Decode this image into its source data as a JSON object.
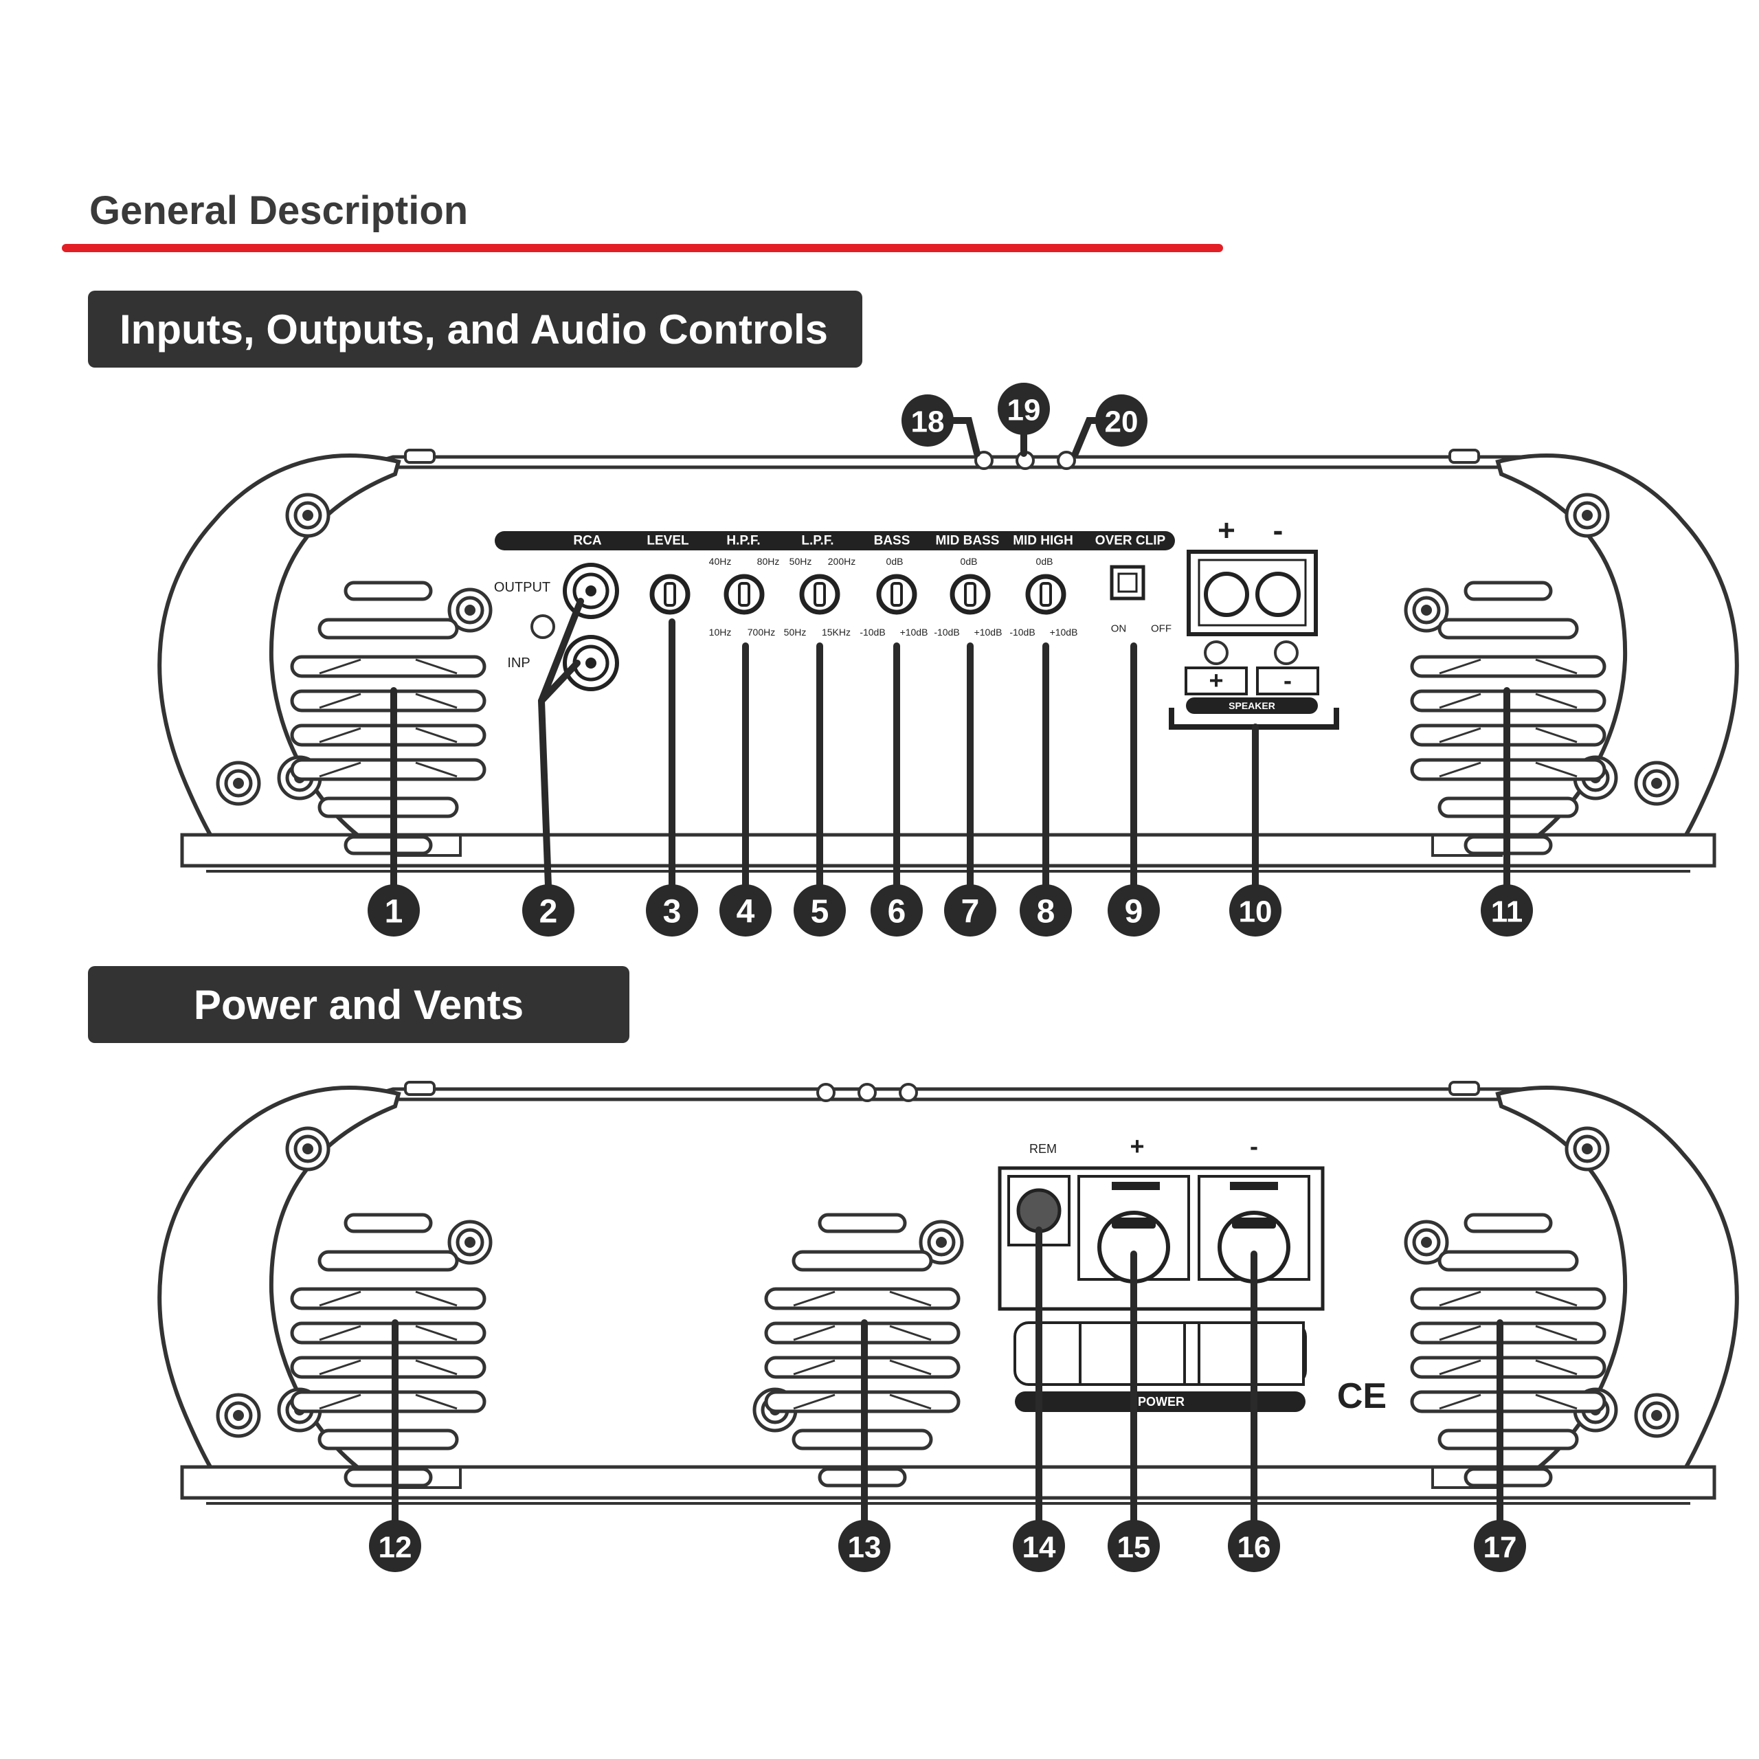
{
  "header": {
    "title": "General Description"
  },
  "sections": [
    {
      "id": "io",
      "label": "Inputs, Outputs, and Audio Controls"
    },
    {
      "id": "power",
      "label": "Power and Vents"
    }
  ],
  "panel_top": {
    "control_strip": [
      "RCA",
      "LEVEL",
      "H.P.F.",
      "L.P.F.",
      "BASS",
      "MID BASS",
      "MID HIGH",
      "OVER CLIP"
    ],
    "rca": {
      "output": "OUTPUT",
      "input": "INP"
    },
    "hpf": {
      "top_left": "40Hz",
      "top_right": "80Hz",
      "bottom_left": "10Hz",
      "bottom_right": "700Hz"
    },
    "lpf": {
      "top_left": "50Hz",
      "top_right": "200Hz",
      "bottom_left": "50Hz",
      "bottom_right": "15KHz"
    },
    "bass": {
      "top": "0dB",
      "bottom_left": "-10dB",
      "bottom_right": "+10dB"
    },
    "midbass": {
      "top": "0dB",
      "bottom_left": "-10dB",
      "bottom_right": "+10dB"
    },
    "midhigh": {
      "top": "0dB",
      "bottom_left": "-10dB",
      "bottom_right": "+10dB"
    },
    "overclip": {
      "on": "ON",
      "off": "OFF"
    },
    "speaker": {
      "plus": "+",
      "minus": "-",
      "label": "SPEAKER"
    },
    "callouts": [
      "1",
      "2",
      "3",
      "4",
      "5",
      "6",
      "7",
      "8",
      "9",
      "10",
      "11",
      "18",
      "19",
      "20"
    ]
  },
  "panel_bottom": {
    "rem": "REM",
    "plus": "+",
    "minus": "-",
    "power_label": "POWER",
    "ce_mark": "CE",
    "callouts": [
      "12",
      "13",
      "14",
      "15",
      "16",
      "17"
    ]
  },
  "colors": {
    "accent_red": "#e31e24",
    "band_dark": "#333333",
    "line": "#2a2a2a"
  }
}
